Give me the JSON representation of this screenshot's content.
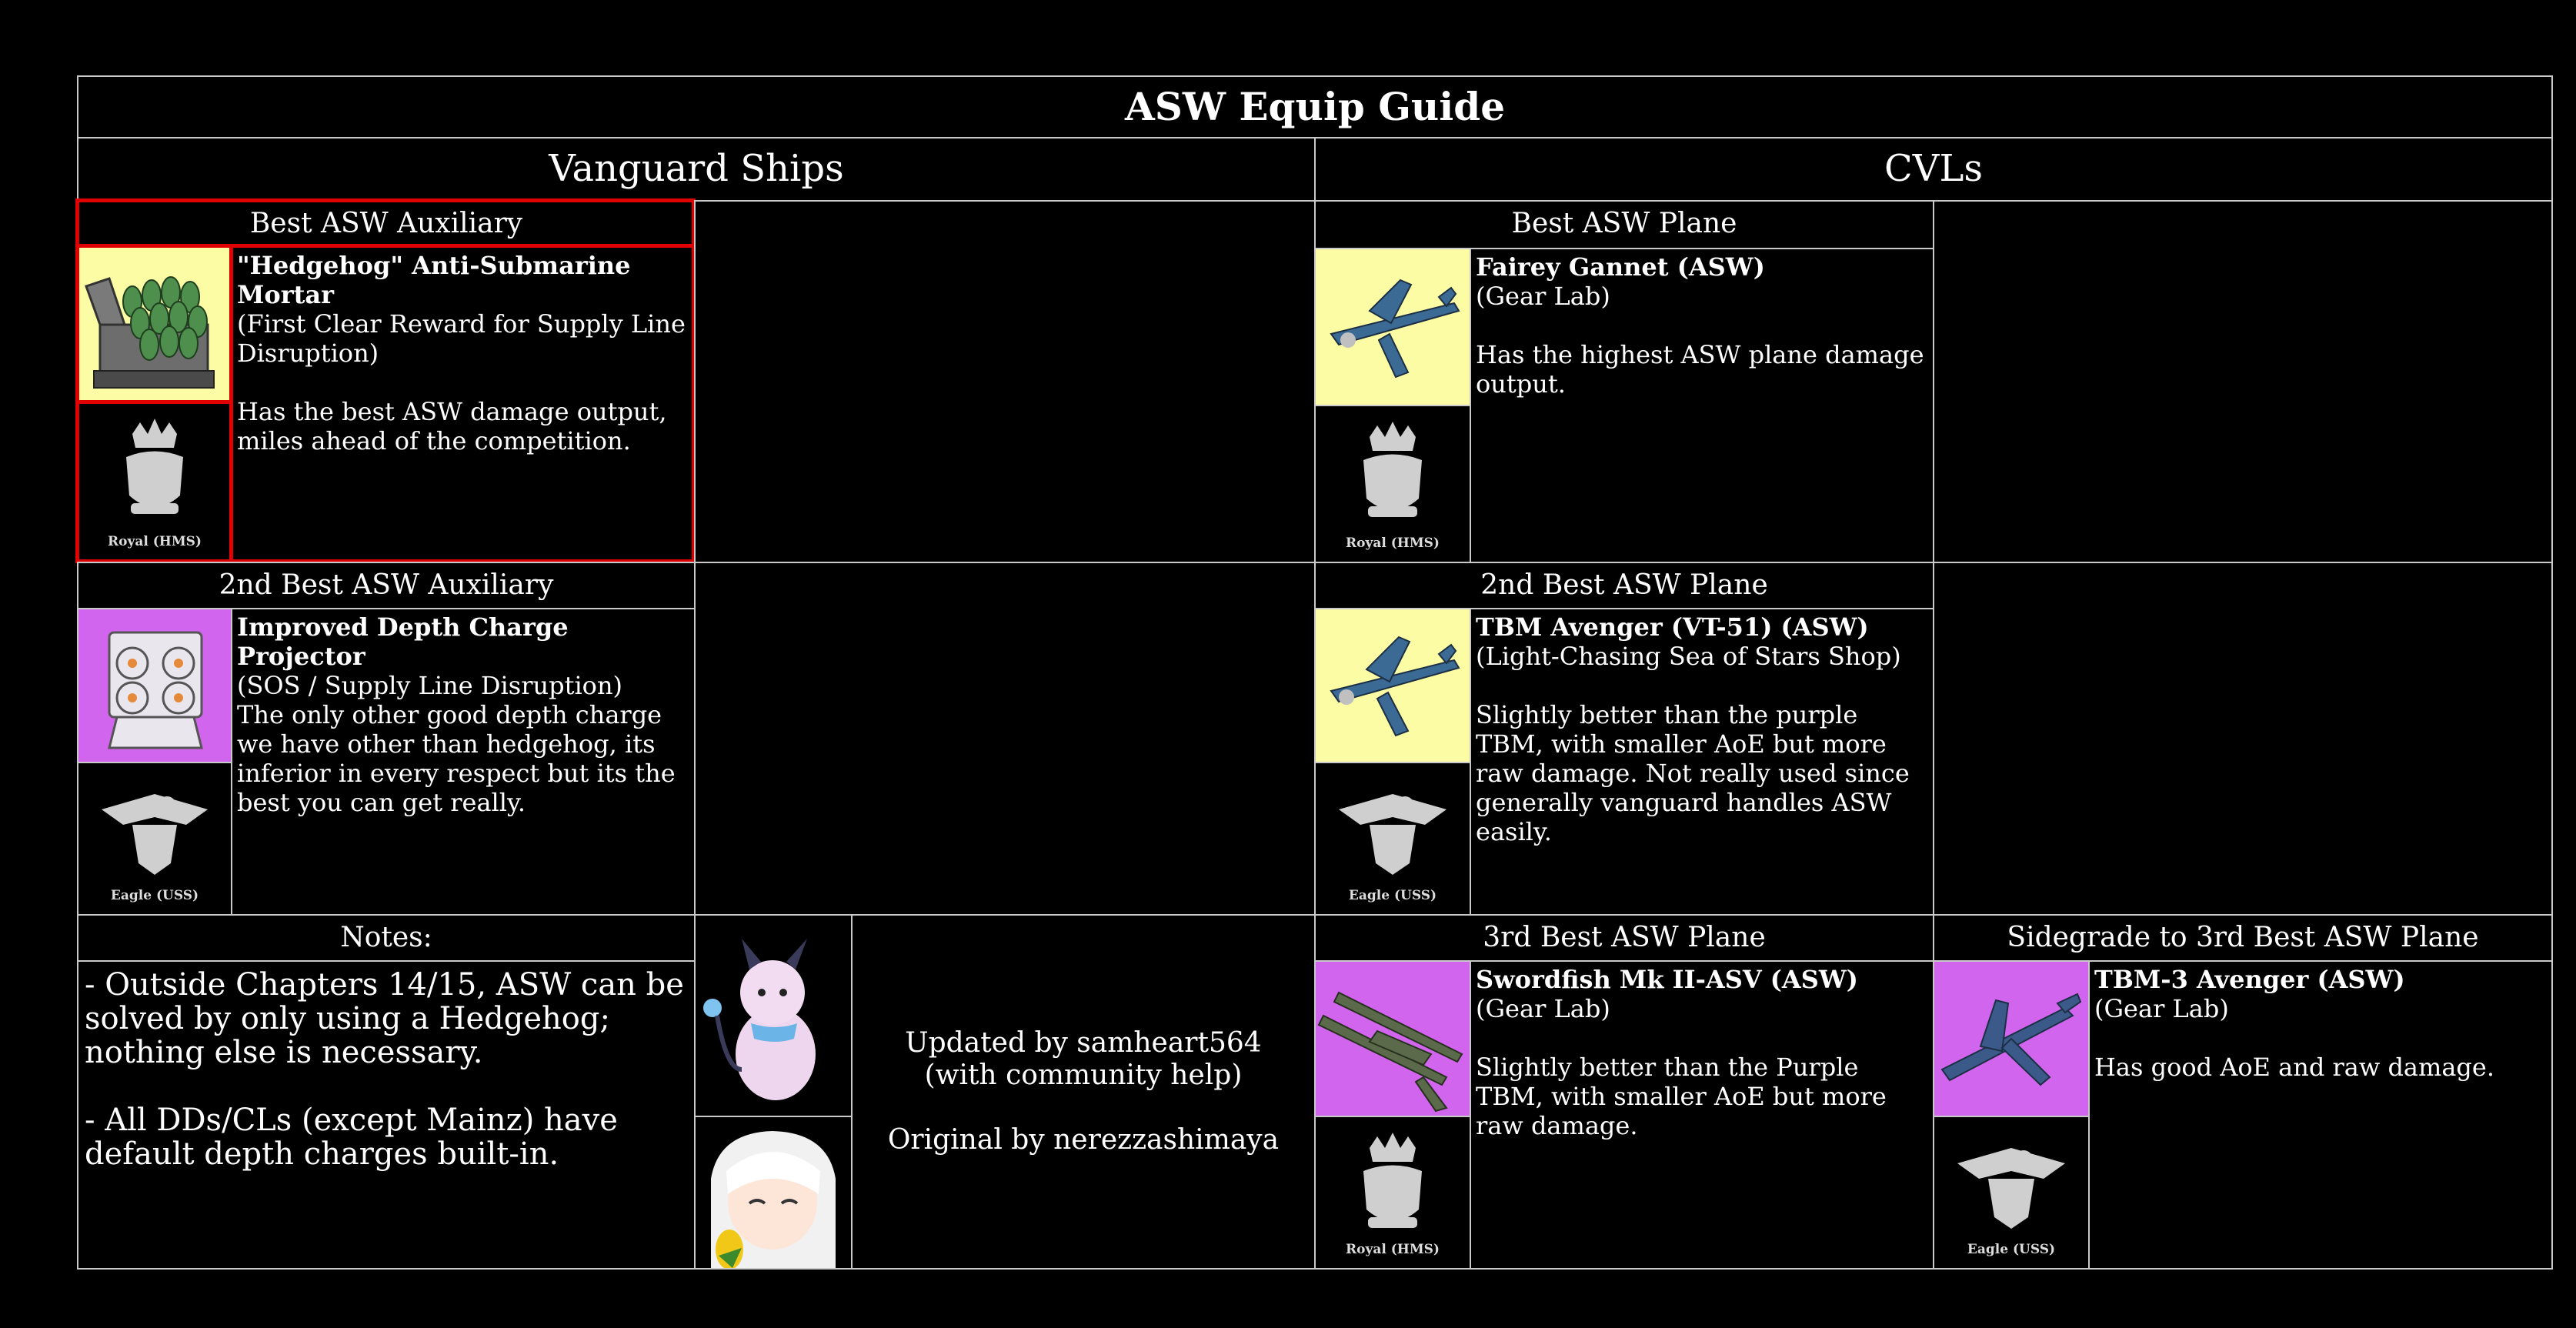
{
  "title": "ASW Equip Guide",
  "sections": {
    "vanguard": "Vanguard Ships",
    "cvl": "CVLs"
  },
  "vanguard": {
    "best": {
      "header": "Best ASW Auxiliary",
      "name": "\"Hedgehog\" Anti-Submarine Mortar",
      "source": "(First Clear Reward for Supply Line Disruption)",
      "desc": "Has the best ASW damage output, miles ahead of the competition.",
      "faction": "Royal (HMS)",
      "rarity_color": "#fcfca4"
    },
    "second": {
      "header": "2nd Best ASW Auxiliary",
      "name": "Improved Depth Charge Projector",
      "source": "(SOS / Supply Line Disruption)",
      "desc": "The only other good depth charge we have other than hedgehog, its inferior in every respect but its the best you can get really.",
      "faction": "Eagle (USS)",
      "rarity_color": "#d265ee"
    }
  },
  "cvl": {
    "best": {
      "header": "Best ASW Plane",
      "name": "Fairey Gannet (ASW)",
      "source": "(Gear Lab)",
      "desc": "Has the highest ASW plane damage output.",
      "faction": "Royal (HMS)",
      "rarity_color": "#fcfca4"
    },
    "second": {
      "header": "2nd Best ASW Plane",
      "name": "TBM Avenger (VT-51) (ASW)",
      "source": "(Light-Chasing Sea of Stars Shop)",
      "desc": "Slightly better than the purple TBM, with smaller AoE but more raw damage. Not really used since generally vanguard handles ASW easily.",
      "faction": "Eagle (USS)",
      "rarity_color": "#fcfca4"
    },
    "third": {
      "header": "3rd Best ASW Plane",
      "name": "Swordfish Mk II-ASV (ASW)",
      "source": "(Gear Lab)",
      "desc": "Slightly better than the Purple TBM, with smaller AoE but more raw damage.",
      "faction": "Royal (HMS)",
      "rarity_color": "#d265ee"
    },
    "sidegrade": {
      "header": "Sidegrade to 3rd Best ASW Plane",
      "name": "TBM-3 Avenger (ASW)",
      "source": "(Gear Lab)",
      "desc": "Has good AoE and raw damage.",
      "faction": "Eagle (USS)",
      "rarity_color": "#d265ee"
    }
  },
  "notes": {
    "header": "Notes:",
    "items": [
      "- Outside Chapters 14/15, ASW can be solved by only using a Hedgehog; nothing else is necessary.",
      "- All DDs/CLs (except Mainz) have default depth charges built-in."
    ]
  },
  "credits": {
    "updated_line1": "Updated by samheart564",
    "updated_line2": "(with community help)",
    "original": "Original by nerezzashimaya"
  }
}
